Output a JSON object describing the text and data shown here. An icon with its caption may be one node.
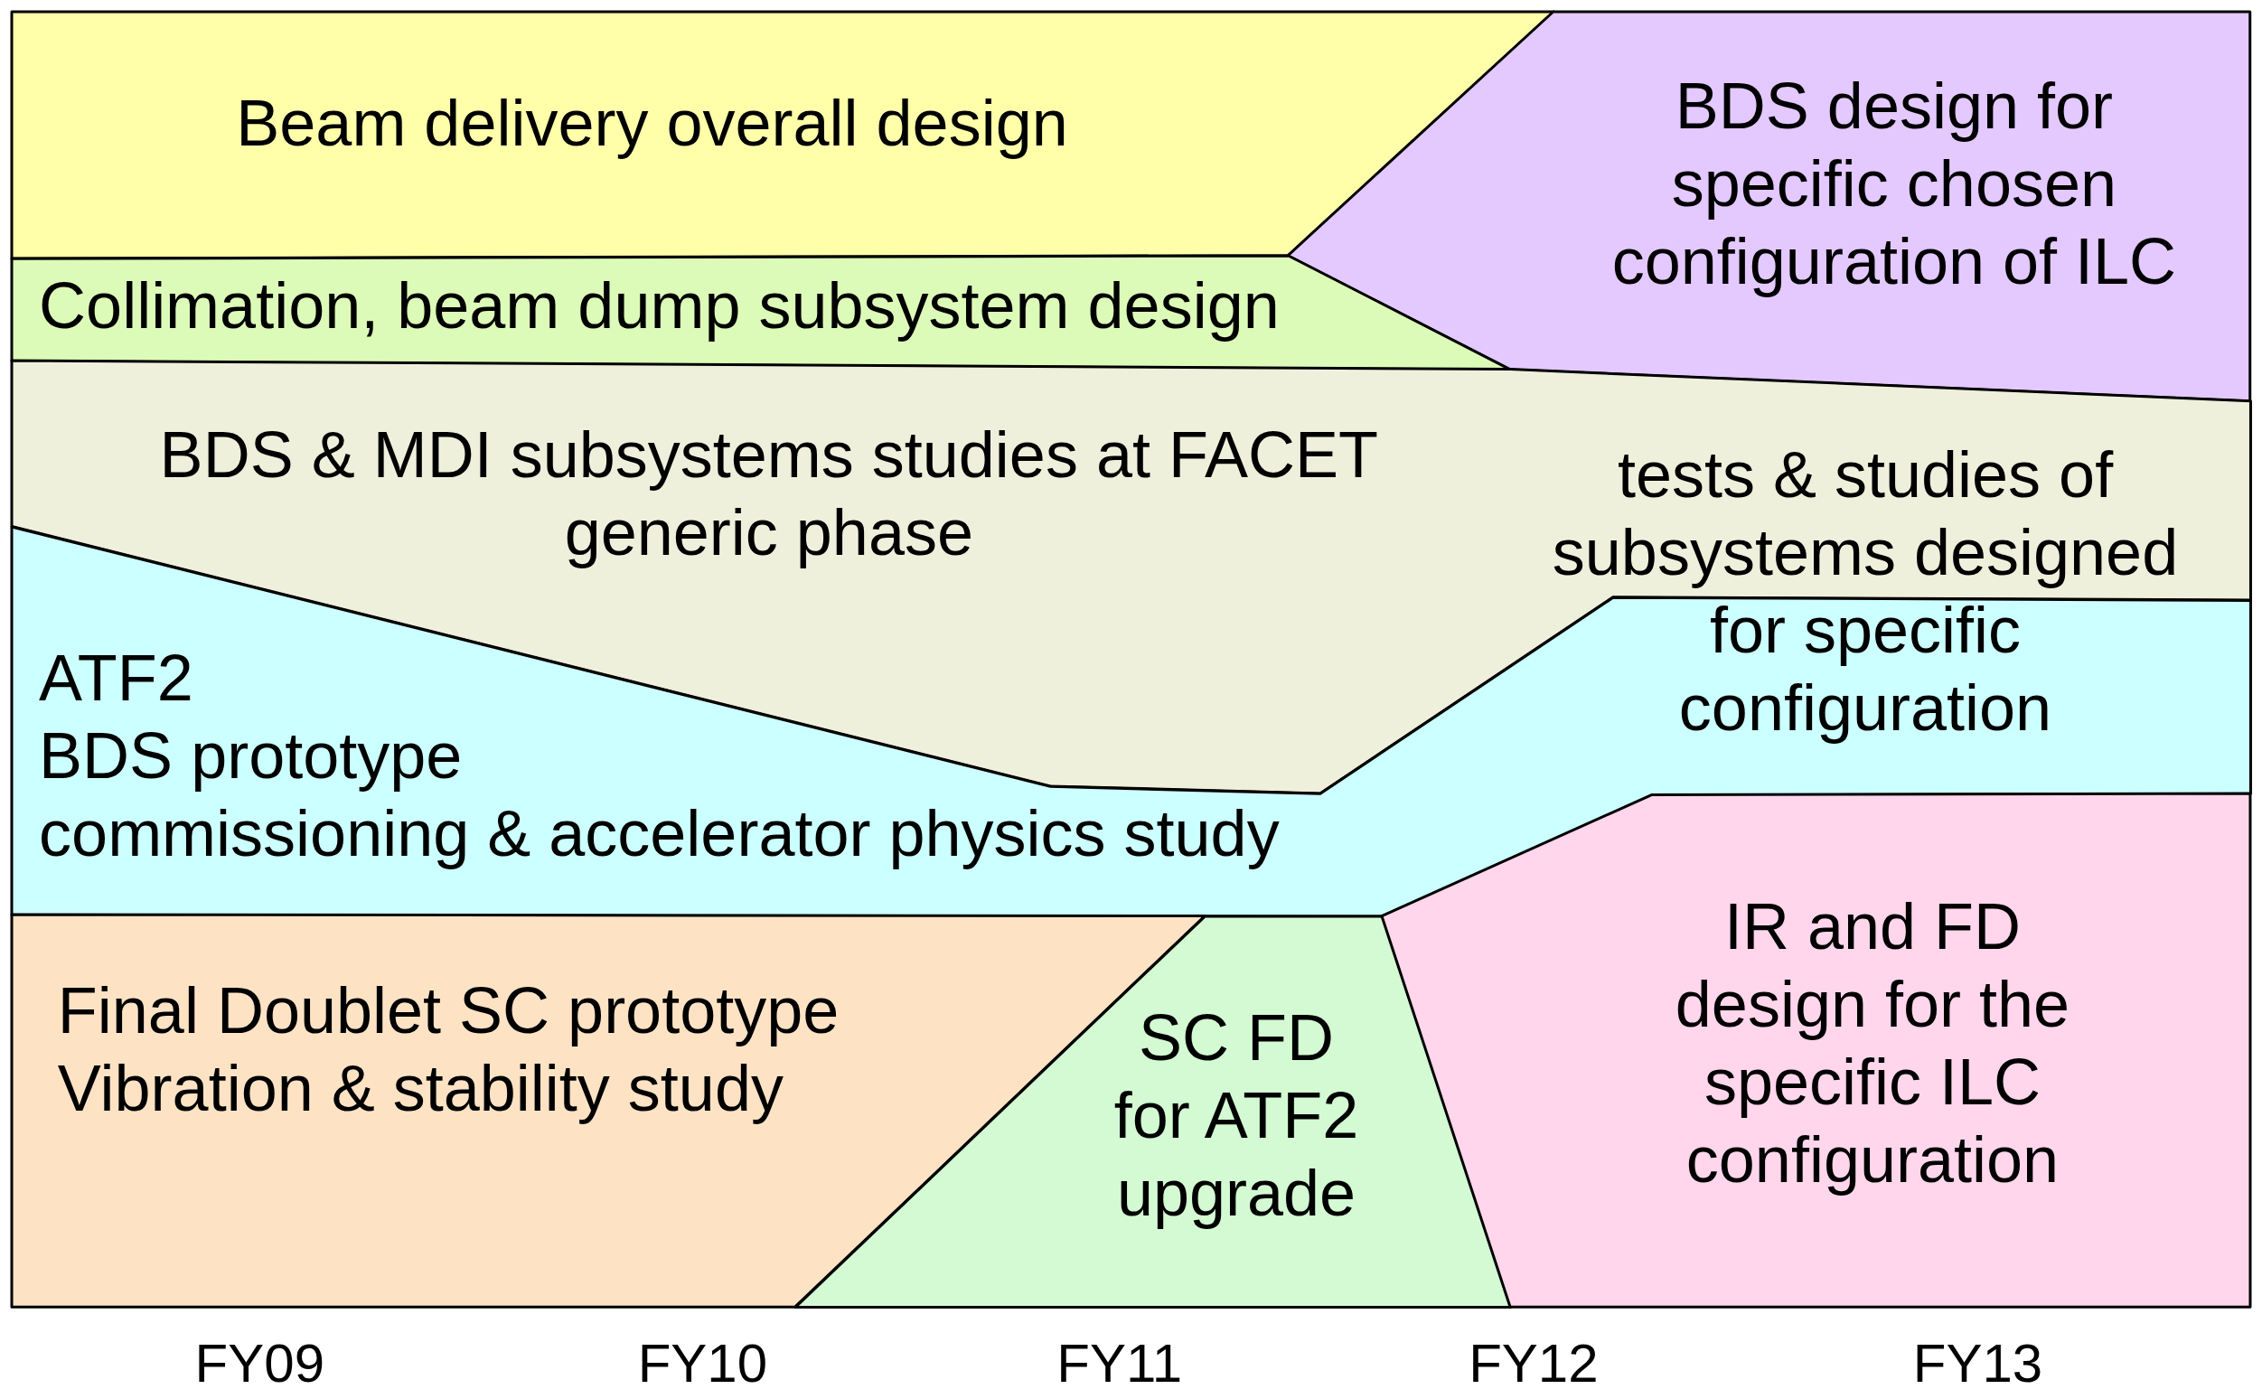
{
  "diagram": {
    "nodes": [
      {
        "text": [
          "Beam delivery overall design"
        ]
      },
      {
        "text": [
          "BDS design for specific chosen configuration of ILC"
        ]
      },
      {
        "text": [
          "Collimation, beam dump subsystem design"
        ]
      },
      {
        "text": [
          "BDS & MDI subsystems studies at FACET generic phase"
        ]
      },
      {
        "text": [
          "ATF2",
          "BDS prototype",
          "commissioning & accelerator physics study"
        ]
      },
      {
        "text": [
          "Final Doublet SC prototype",
          "Vibration & stability study"
        ]
      },
      {
        "text": [
          "SC FD for ATF2 upgrade"
        ]
      },
      {
        "text": [
          "IR and FD design for the specific ILC configuration"
        ]
      }
    ],
    "labels": [
      "tests & studies of subsystems designed for specific configuration",
      "FY09",
      "FY10",
      "FY11",
      "FY12",
      "FY13"
    ]
  }
}
